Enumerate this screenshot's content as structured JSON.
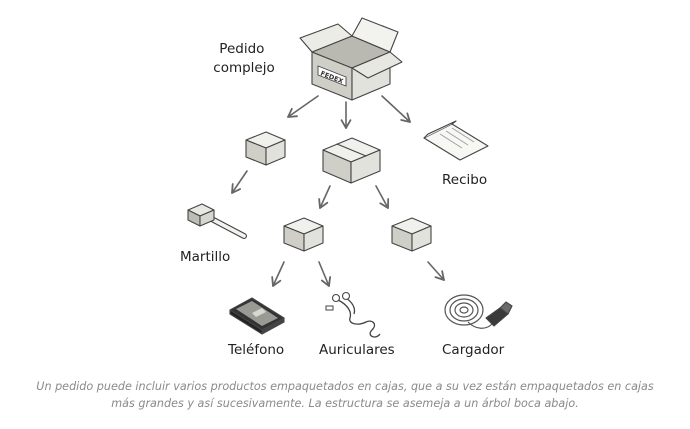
{
  "labels": {
    "root": [
      "Pedido",
      "complejo"
    ],
    "box_label": "FEDEX",
    "receipt": "Recibo",
    "hammer": "Martillo",
    "phone": "Teléfono",
    "headphones": "Auriculares",
    "charger": "Cargador"
  },
  "caption": {
    "line1": "Un pedido puede incluir varios productos empaquetados en cajas, que a su vez están empaquetados en cajas",
    "line2": "más grandes y así sucesivamente. La estructura se asemeja a un árbol boca abajo."
  },
  "colors": {
    "box_top": "#f0f0ec",
    "box_left": "#cfcfc8",
    "box_right": "#e2e2dc",
    "arrow": "#666666"
  }
}
